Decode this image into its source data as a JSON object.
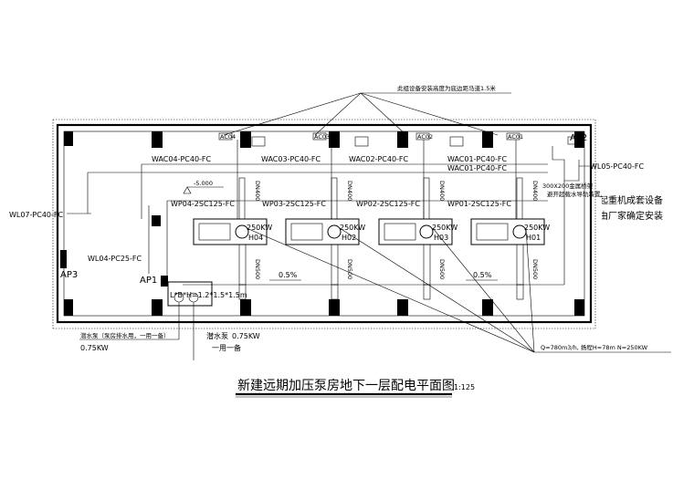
{
  "title": "新建远期加压泵房地下一层配电平面图",
  "scale": "1:125",
  "note_top": "此组设备安装高度为底边距马道1.5米",
  "note_right": [
    "起重机成套设备",
    "由厂家确定安装"
  ],
  "note_switch": [
    "300X200金属桥架",
    "避开超载水导轨装置"
  ],
  "pump_spec": "Q=780m3/h, 扬程H=78m N=250KW",
  "elevation": "-5.000",
  "panels": {
    "ap1": "AP1",
    "ap2": "AP2",
    "ap3": "AP3"
  },
  "feeders": {
    "wl07": "WL07-PC40-FC",
    "wl04": "WL04-PC25-FC",
    "wl05": "WL05-PC40-FC",
    "wac04": "WAC04-PC40-FC",
    "wac03": "WAC03-PC40-FC",
    "wac02": "WAC02-PC40-FC",
    "wac01a": "WAC01-PC40-FC",
    "wac01b": "WAC01-PC40-FC"
  },
  "ac_boxes": [
    "AC04",
    "AC03",
    "AC02",
    "AC01"
  ],
  "pumps": [
    {
      "wp": "WP04-2SC125-FC",
      "power": "250KW",
      "id": "H04"
    },
    {
      "wp": "WP03-2SC125-FC",
      "power": "250KW",
      "id": "H02"
    },
    {
      "wp": "WP02-2SC125-FC",
      "power": "250KW",
      "id": "H03"
    },
    {
      "wp": "WP01-2SC125-FC",
      "power": "250KW",
      "id": "H01"
    }
  ],
  "pipe_top": "DN400",
  "pipe_bottom": "DN500",
  "slope": "0.5%",
  "sump": {
    "dim": "L*B*H=1.2*1.5*1.5m"
  },
  "sump_pump_note": {
    "text": "潜水泵（泵房排水用，一用一备）",
    "power": "0.75KW"
  },
  "sump_pump2": {
    "text": "潜水泵",
    "power": "0.75KW",
    "mode": "一用一备"
  }
}
